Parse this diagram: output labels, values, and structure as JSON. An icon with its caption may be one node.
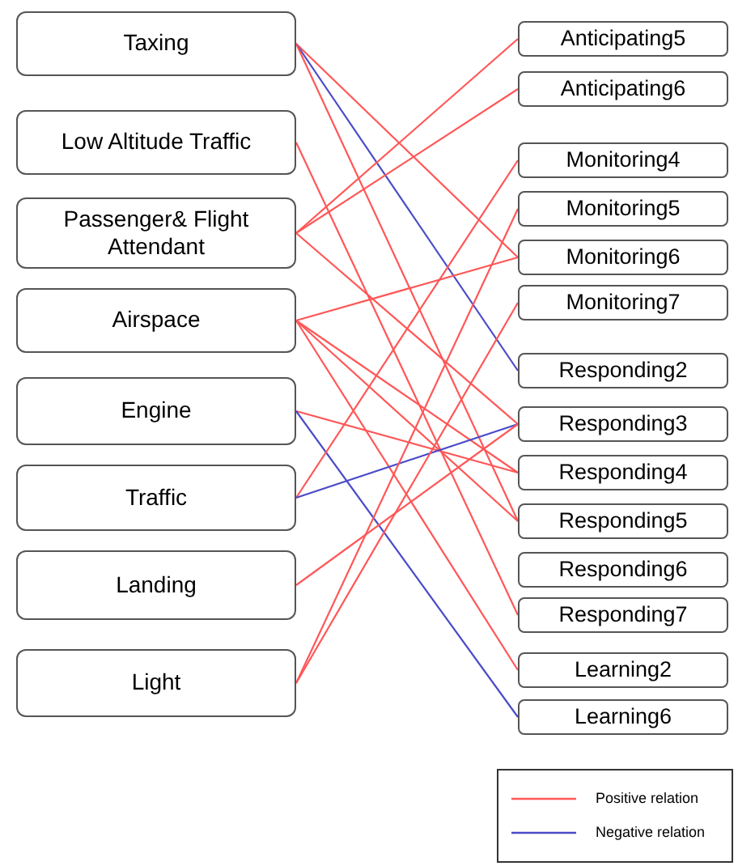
{
  "diagram": {
    "nodes": [
      {
        "text": [
          "Taxing"
        ]
      },
      {
        "text": [
          "Low Altitude Traffic"
        ]
      },
      {
        "text": [
          "Passenger& Flight Attendant"
        ]
      },
      {
        "text": [
          "Airspace"
        ]
      },
      {
        "text": [
          "Engine"
        ]
      },
      {
        "text": [
          "Traffic"
        ]
      },
      {
        "text": [
          "Landing"
        ]
      },
      {
        "text": [
          "Light"
        ]
      },
      {
        "text": [
          "Anticipating5"
        ]
      },
      {
        "text": [
          "Anticipating6"
        ]
      },
      {
        "text": [
          "Monitoring4"
        ]
      },
      {
        "text": [
          "Monitoring5"
        ]
      },
      {
        "text": [
          "Monitoring6"
        ]
      },
      {
        "text": [
          "Monitoring7"
        ]
      },
      {
        "text": [
          "Responding2"
        ]
      },
      {
        "text": [
          "Responding3"
        ]
      },
      {
        "text": [
          "Responding4"
        ]
      },
      {
        "text": [
          "Responding5"
        ]
      },
      {
        "text": [
          "Responding6"
        ]
      },
      {
        "text": [
          "Responding7"
        ]
      },
      {
        "text": [
          "Learning2"
        ]
      },
      {
        "text": [
          "Learning6"
        ]
      }
    ],
    "edges": [
      {
        "from": 0,
        "to": 12,
        "arrow": "none"
      },
      {
        "from": 0,
        "to": 14,
        "arrow": "none",
        "color": "#4a4ac8"
      },
      {
        "from": 0,
        "to": 17,
        "arrow": "none"
      },
      {
        "from": 1,
        "to": 19,
        "arrow": "none"
      },
      {
        "from": 2,
        "to": 8,
        "arrow": "none"
      },
      {
        "from": 2,
        "to": 9,
        "arrow": "none"
      },
      {
        "from": 2,
        "to": 15,
        "arrow": "none"
      },
      {
        "from": 3,
        "to": 12,
        "arrow": "none"
      },
      {
        "from": 3,
        "to": 16,
        "arrow": "none"
      },
      {
        "from": 3,
        "to": 17,
        "arrow": "none"
      },
      {
        "from": 3,
        "to": 20,
        "arrow": "none"
      },
      {
        "from": 4,
        "to": 16,
        "arrow": "none"
      },
      {
        "from": 4,
        "to": 21,
        "arrow": "none",
        "color": "#4a4ac8"
      },
      {
        "from": 5,
        "to": 10,
        "arrow": "none"
      },
      {
        "from": 5,
        "to": 15,
        "arrow": "none",
        "color": "#4a4ac8"
      },
      {
        "from": 6,
        "to": 15,
        "arrow": "none"
      },
      {
        "from": 7,
        "to": 11,
        "arrow": "none"
      },
      {
        "from": 7,
        "to": 13,
        "arrow": "none"
      }
    ],
    "legend": [
      {
        "text": "Positive relation"
      },
      {
        "text": "Negative relation"
      }
    ]
  }
}
